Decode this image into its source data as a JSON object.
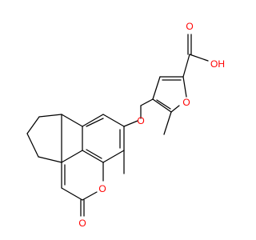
{
  "colors": {
    "bond": "#000000",
    "oxygen": "#ff0000",
    "background": "#ffffff"
  },
  "atoms": {
    "acid_o_double": "O",
    "acid_oh": "OH",
    "furan_o": "O",
    "ether_o": "O",
    "lactone_ring_o": "O",
    "carbonyl_o": "O"
  }
}
